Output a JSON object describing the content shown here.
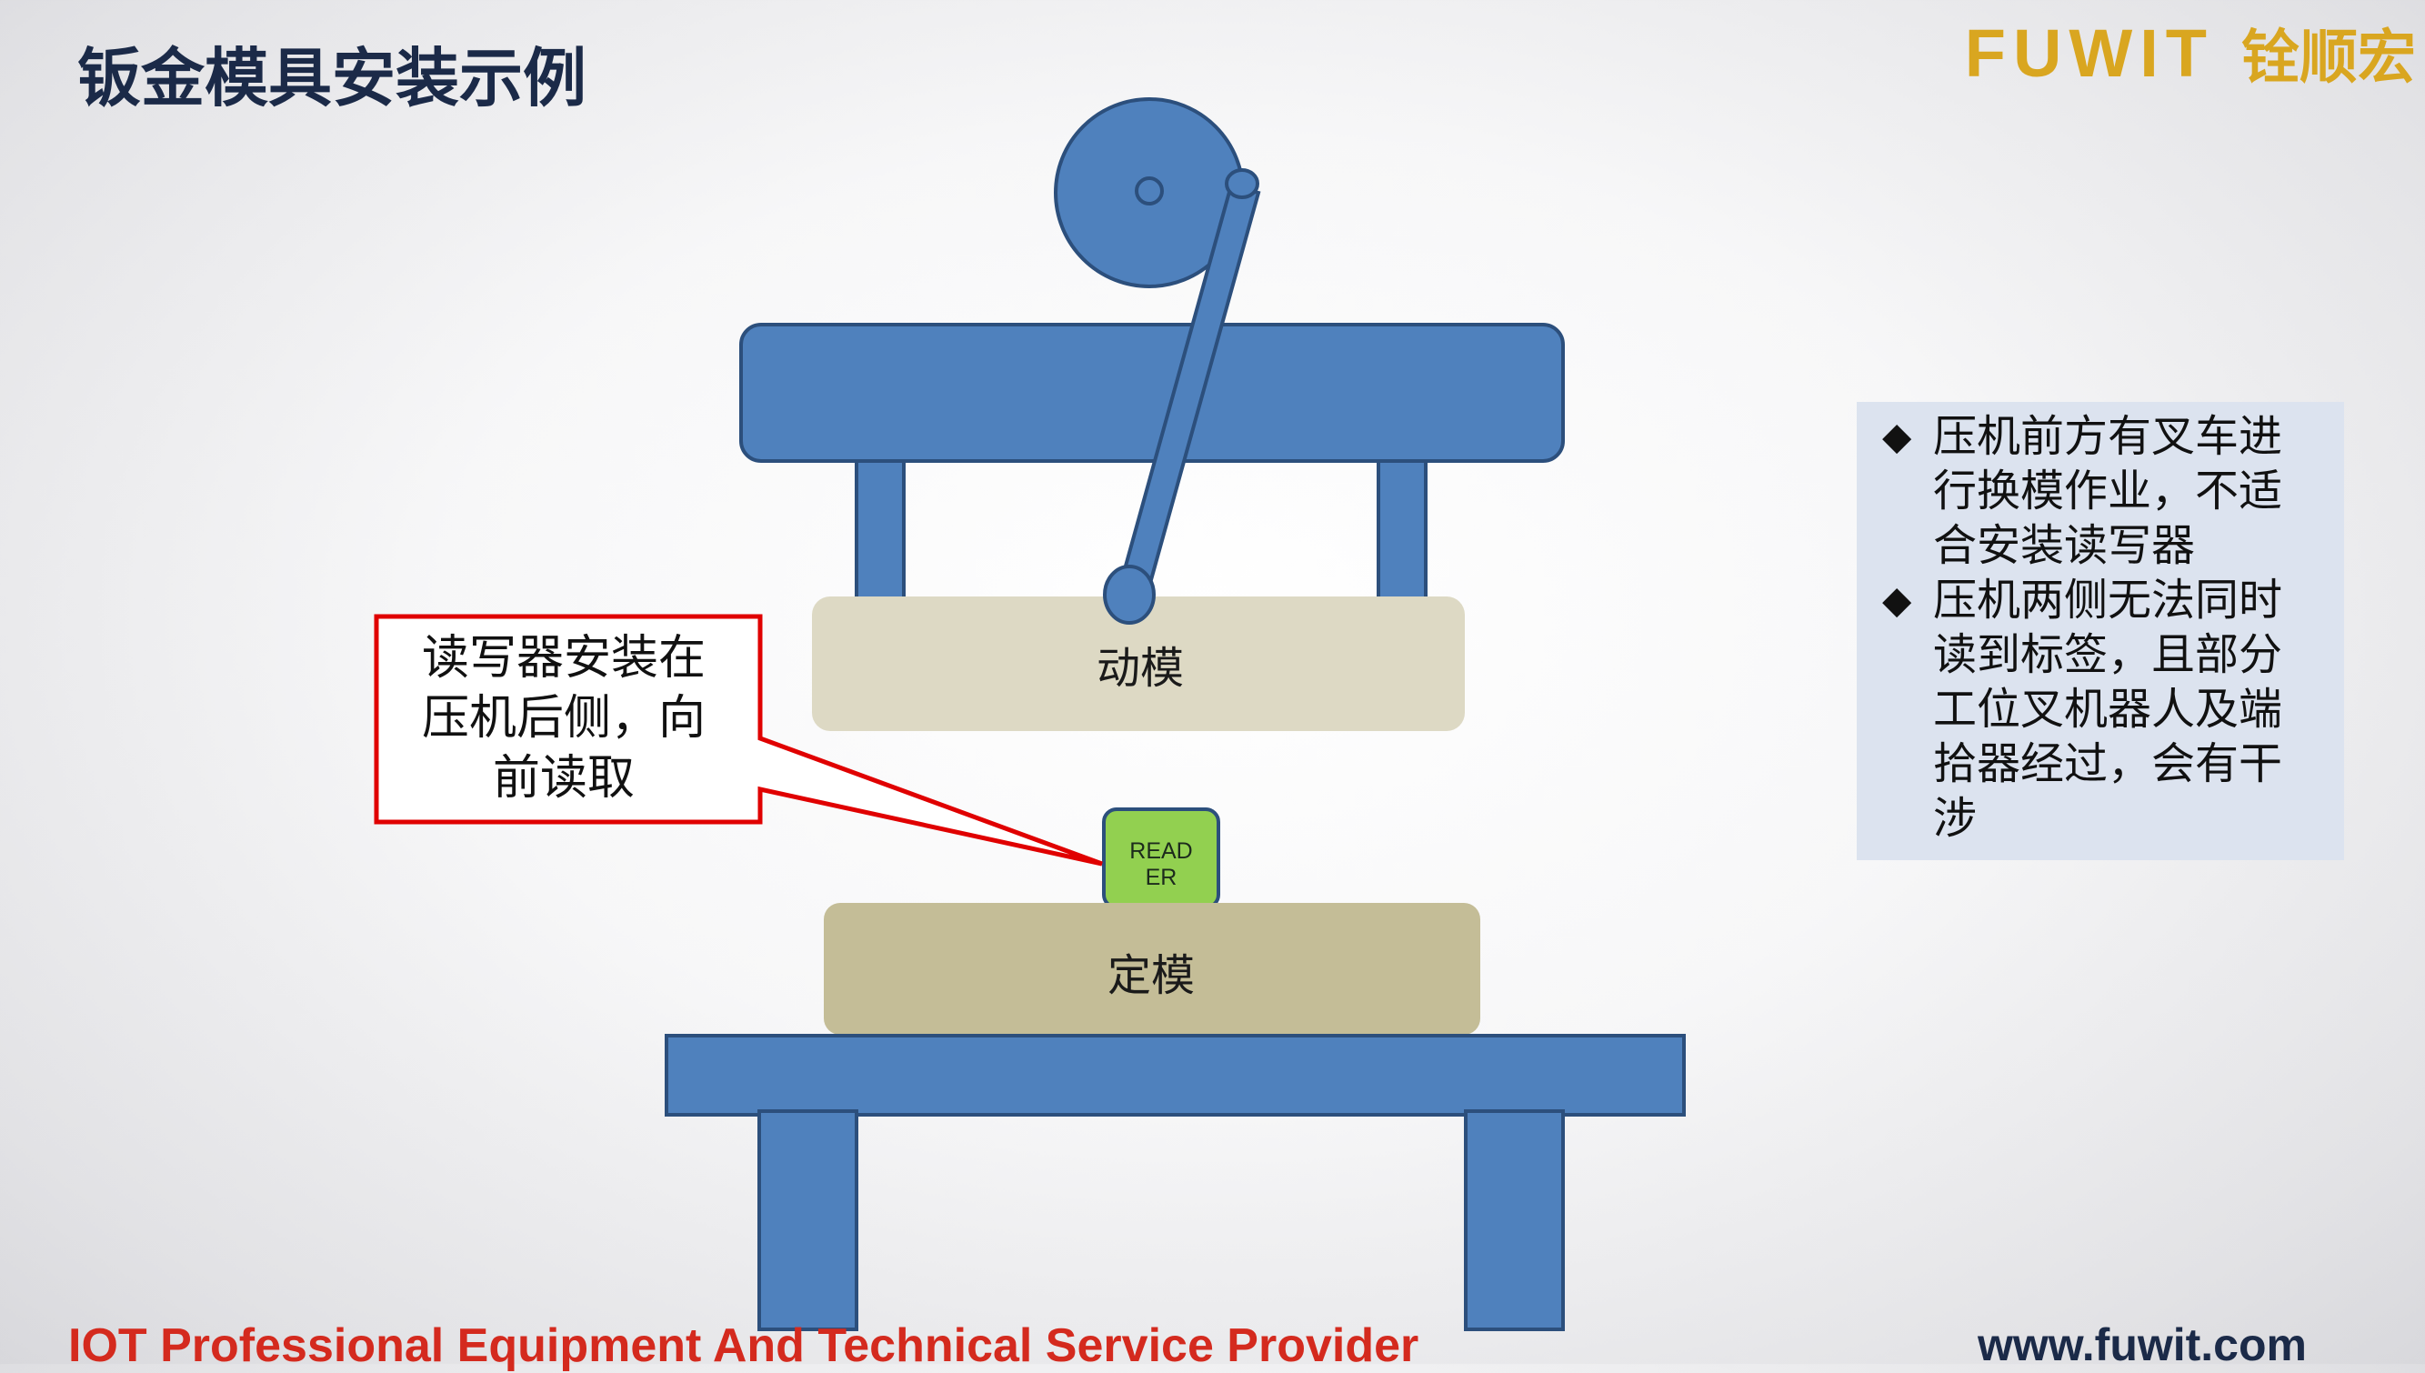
{
  "title": "钣金模具安装示例",
  "logo": {
    "brand": "FUWIT",
    "cn": "铨顺宏"
  },
  "diagram": {
    "upper_die_label": "动模",
    "lower_die_label": "定模",
    "reader_label_line1": "READ",
    "reader_label_line2": "ER",
    "callout_text": "读写器安装在压机后侧，向前读取"
  },
  "notes": [
    {
      "bullet": "◆",
      "text": "压机前方有叉车进行换模作业，不适合安装读写器"
    },
    {
      "bullet": "◆",
      "text": "压机两侧无法同时读到标签，且部分工位叉机器人及端拾器经过，会有干涉"
    }
  ],
  "footer": {
    "left": "IOT Professional Equipment And Technical Service Provider",
    "right": "www.fuwit.com"
  },
  "colors": {
    "machine_blue": "#4f81bd",
    "machine_stroke": "#2c4f7c",
    "upper_die": "#ddd9c4",
    "lower_die": "#c4bd97",
    "reader_green": "#92d050",
    "callout_red": "#e00000",
    "title_navy": "#1b2a48",
    "logo_gold": "#d9a620",
    "footer_red": "#d42a1e"
  }
}
